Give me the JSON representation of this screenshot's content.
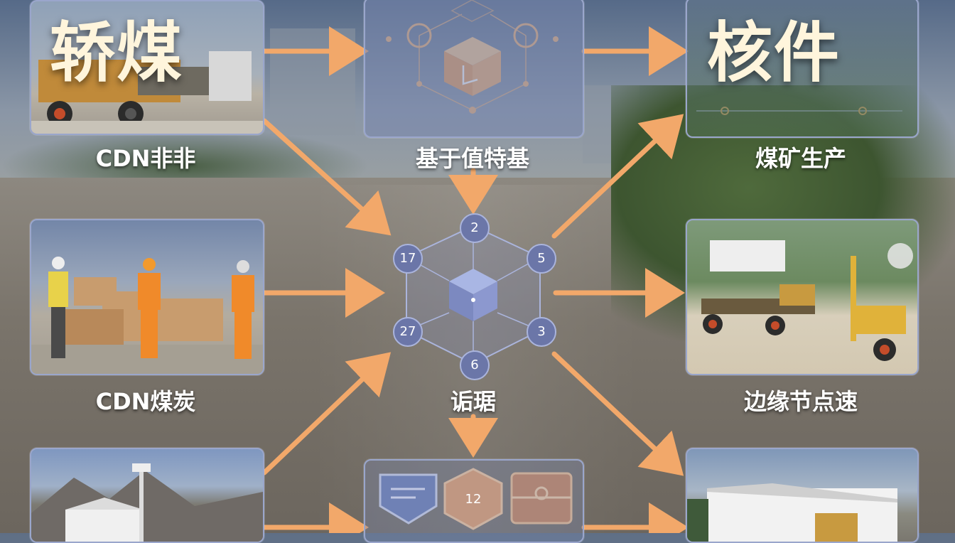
{
  "titles": {
    "top_left": "轿煤",
    "top_right": "核件"
  },
  "captions": {
    "top_left": "CDN非非",
    "top_center": "基于值特基",
    "top_right": "煤矿生产",
    "mid_left": "CDN煤炭",
    "center": "诟琚",
    "mid_right": "边缘节点速"
  },
  "hub_nodes": {
    "top": "2",
    "upper_left": "17",
    "upper_right": "5",
    "lower_left": "27",
    "lower_right": "3",
    "bottom": "6"
  },
  "bottom_center_badge": "12",
  "colors": {
    "arrow": "#f2a86a",
    "panel_border": "#9aa6cc",
    "node_fill": "#6b76a8",
    "cube": "#f0b070"
  }
}
